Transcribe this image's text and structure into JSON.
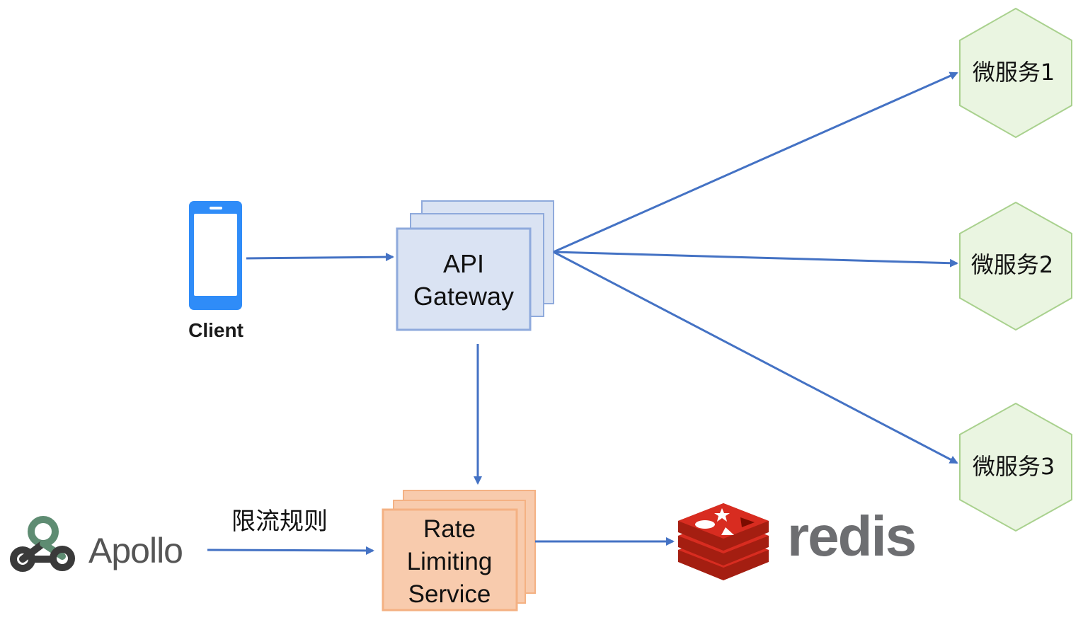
{
  "client": {
    "label": "Client"
  },
  "gateway": {
    "line1": "API",
    "line2": "Gateway"
  },
  "rate_limiter": {
    "line1": "Rate",
    "line2": "Limiting",
    "line3": "Service"
  },
  "apollo": {
    "label": "Apollo"
  },
  "rules_label": "限流规则",
  "redis": {
    "label": "redis"
  },
  "services": [
    {
      "label": "微服务1"
    },
    {
      "label": "微服务2"
    },
    {
      "label": "微服务3"
    }
  ],
  "colors": {
    "arrow": "#4472C4",
    "gateway_fill": "#DAE3F3",
    "gateway_stroke": "#8FAADC",
    "rate_fill": "#F8CBAD",
    "rate_stroke": "#F4B183",
    "service_fill": "#EAF5E1",
    "service_stroke": "#A9D18E",
    "phone": "#2F8CF8",
    "redis_red": "#D82C20",
    "redis_dark": "#A41E11",
    "redis_text": "#6D6E71",
    "apollo_text": "#555555",
    "apollo_green": "#5E8C72"
  },
  "icons": {
    "client": "smartphone-icon",
    "apollo": "apollo-logo-icon",
    "redis": "redis-logo-icon"
  }
}
